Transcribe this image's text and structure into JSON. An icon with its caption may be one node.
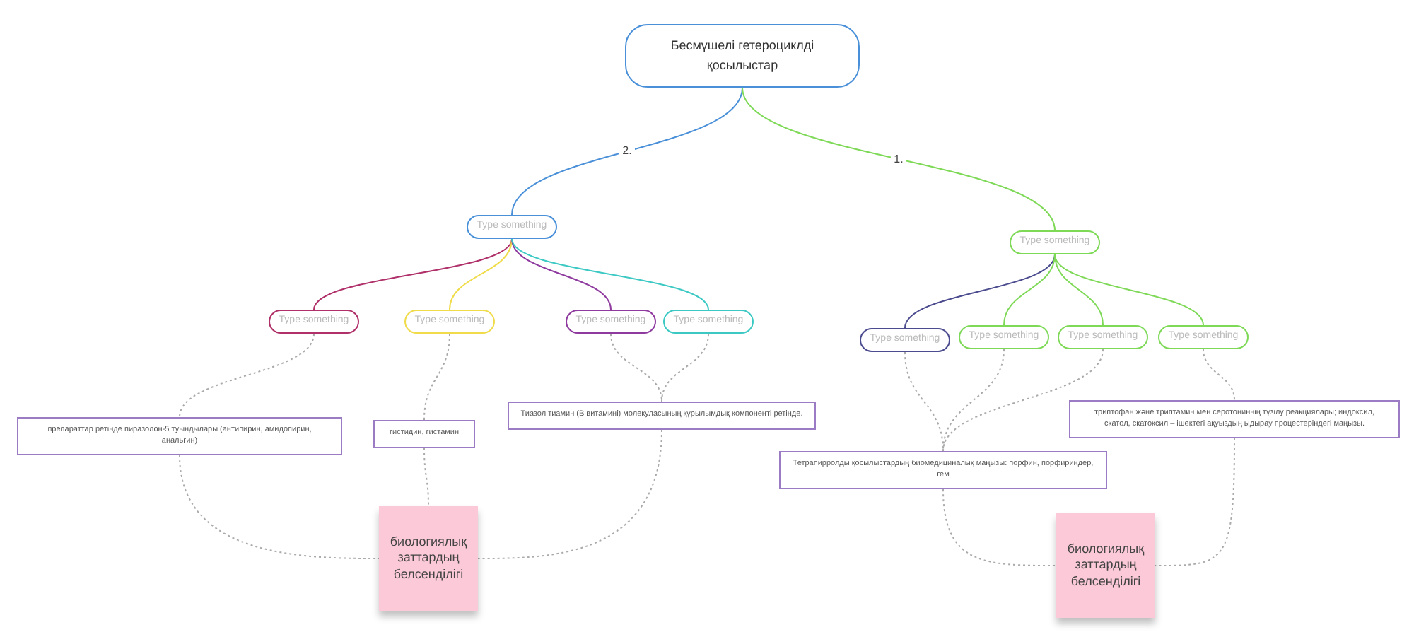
{
  "diagram": {
    "nodes": [
      {
        "text": [
          "Бесмүшелі гетероциклді қосылыстар"
        ]
      },
      {
        "text": [
          "Type something"
        ]
      },
      {
        "text": [
          "Type something"
        ]
      },
      {
        "text": [
          "Type something"
        ]
      },
      {
        "text": [
          "Type something"
        ]
      },
      {
        "text": [
          "Type something"
        ]
      },
      {
        "text": [
          "Type something"
        ]
      },
      {
        "text": [
          "Type something"
        ]
      },
      {
        "text": [
          "Type something"
        ]
      },
      {
        "text": [
          "Type something"
        ]
      },
      {
        "text": [
          "Type something"
        ]
      },
      {
        "text": [
          "препараттар ретінде пиразолон-5 туындылары (антипирин, амидопирин, анальгин)"
        ]
      },
      {
        "text": [
          "гистидин, гистамин"
        ]
      },
      {
        "text": [
          "Тиазол тиамин (B витамині) молекуласының құрылымдық компоненті ретінде."
        ]
      },
      {
        "text": [
          "Тетрапирролды қосылыстардың биомедициналық маңызы: порфин, порфириндер, гем"
        ]
      },
      {
        "text": [
          "триптофан және триптамин мен серотониннің түзілу реакциялары; индоксил, скатол, скатоксил – ішектегі ақуыздың ыдырау процестеріндегі маңызы."
        ]
      },
      {
        "text": [
          "биологиялық заттардың белсенділігі"
        ]
      },
      {
        "text": [
          "биологиялық заттардың белсенділігі"
        ]
      }
    ],
    "edges": [
      {
        "from": 0,
        "to": 1,
        "arrow": "none",
        "label": "2.",
        "color": "#4a90d9"
      },
      {
        "from": 0,
        "to": 2,
        "arrow": "none",
        "label": "1.",
        "color": "#7ed957"
      },
      {
        "from": 1,
        "to": 3,
        "arrow": "none",
        "color": "#b0306a"
      },
      {
        "from": 1,
        "to": 4,
        "arrow": "none",
        "color": "#f0dc4a"
      },
      {
        "from": 1,
        "to": 5,
        "arrow": "none",
        "color": "#8e3a9e"
      },
      {
        "from": 1,
        "to": 6,
        "arrow": "none",
        "color": "#3cc9c4"
      },
      {
        "from": 2,
        "to": 7,
        "arrow": "none",
        "color": "#4b4b8f"
      },
      {
        "from": 2,
        "to": 8,
        "arrow": "none",
        "color": "#7ed957"
      },
      {
        "from": 2,
        "to": 9,
        "arrow": "none",
        "color": "#7ed957"
      },
      {
        "from": 2,
        "to": 10,
        "arrow": "none",
        "color": "#7ed957"
      },
      {
        "from": 3,
        "to": 11,
        "arrow": "none",
        "style": "dashed",
        "color": "#aaaaaa"
      },
      {
        "from": 4,
        "to": 12,
        "arrow": "none",
        "style": "dashed",
        "color": "#aaaaaa"
      },
      {
        "from": 5,
        "to": 13,
        "arrow": "none",
        "style": "dashed",
        "color": "#aaaaaa"
      },
      {
        "from": 6,
        "to": 13,
        "arrow": "none",
        "style": "dashed",
        "color": "#aaaaaa"
      },
      {
        "from": 11,
        "to": 16,
        "arrow": "none",
        "style": "dashed",
        "color": "#aaaaaa"
      },
      {
        "from": 12,
        "to": 16,
        "arrow": "none",
        "style": "dashed",
        "color": "#aaaaaa"
      },
      {
        "from": 13,
        "to": 16,
        "arrow": "none",
        "style": "dashed",
        "color": "#aaaaaa"
      },
      {
        "from": 7,
        "to": 14,
        "arrow": "none",
        "style": "dashed",
        "color": "#aaaaaa"
      },
      {
        "from": 8,
        "to": 14,
        "arrow": "none",
        "style": "dashed",
        "color": "#aaaaaa"
      },
      {
        "from": 9,
        "to": 14,
        "arrow": "none",
        "style": "dashed",
        "color": "#aaaaaa"
      },
      {
        "from": 10,
        "to": 15,
        "arrow": "none",
        "style": "dashed",
        "color": "#aaaaaa"
      },
      {
        "from": 14,
        "to": 17,
        "arrow": "none",
        "style": "dashed",
        "color": "#aaaaaa"
      },
      {
        "from": 15,
        "to": 17,
        "arrow": "none",
        "style": "dashed",
        "color": "#aaaaaa"
      }
    ]
  }
}
